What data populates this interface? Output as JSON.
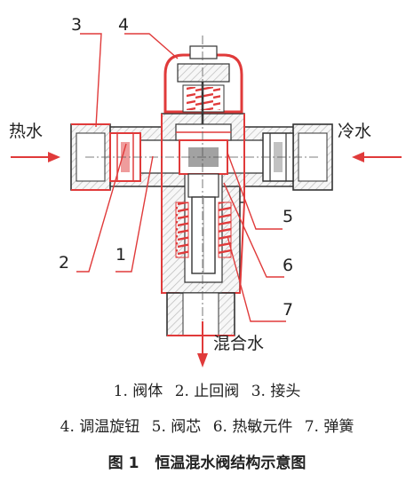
{
  "labels": {
    "callouts": [
      "1",
      "2",
      "3",
      "4",
      "5",
      "6",
      "7"
    ],
    "hot_water": "热水",
    "cold_water": "冷水",
    "mixed_water": "混合水"
  },
  "legend": {
    "row1": [
      "1. 阀体",
      "2. 止回阀",
      "3. 接头"
    ],
    "row2": [
      "4. 调温旋钮",
      "5. 阀芯",
      "6. 热敏元件",
      "7. 弹簧"
    ]
  },
  "caption": {
    "number": "图 1",
    "title": "恒温混水阀结构示意图"
  },
  "colors": {
    "red": "#e03a3a",
    "outline": "#333333",
    "hatch": "#bbbbbb",
    "fill_light": "#f4f4f4"
  }
}
